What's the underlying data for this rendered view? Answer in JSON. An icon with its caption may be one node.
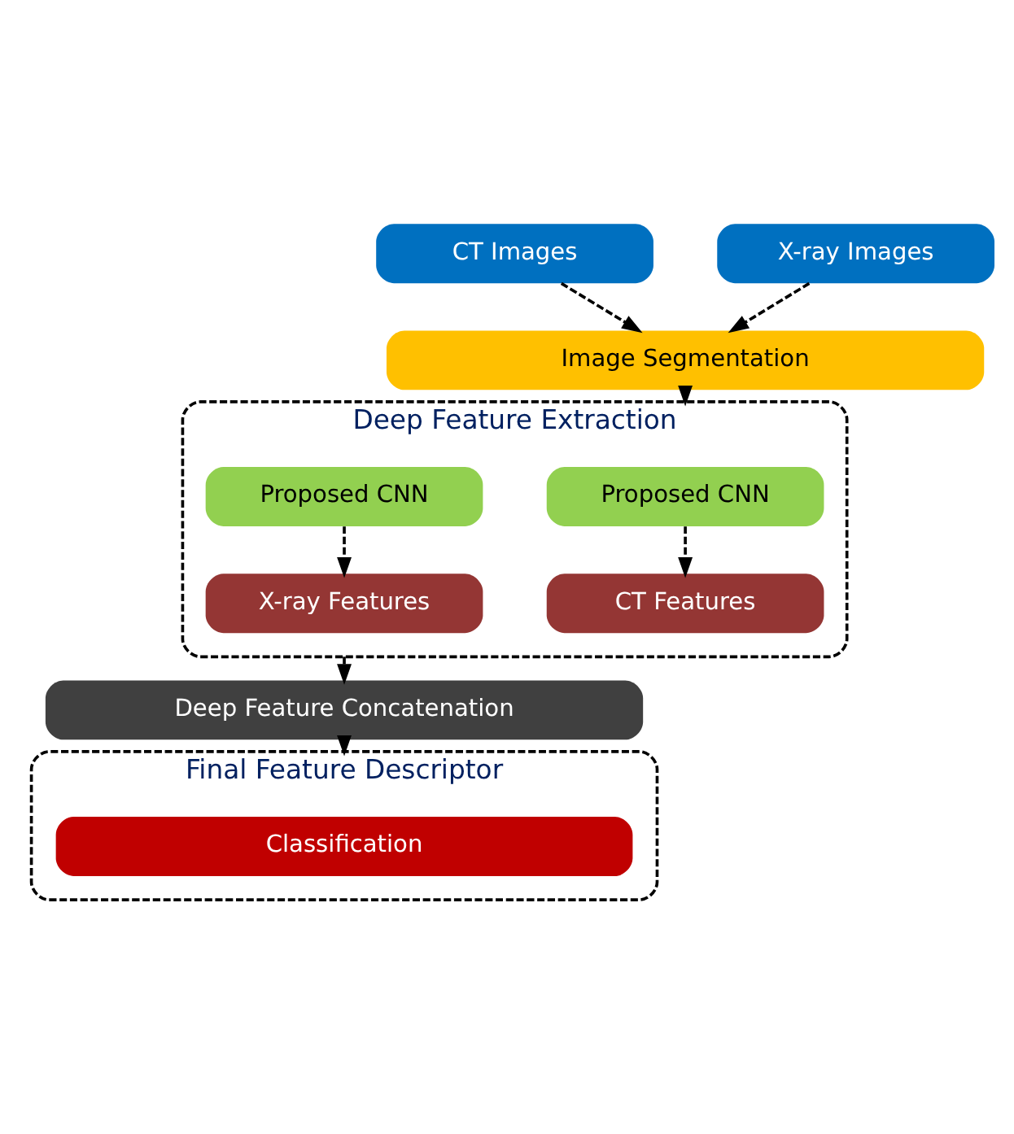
{
  "diagram": {
    "nodes": [
      {
        "text": [
          "CT Images"
        ]
      },
      {
        "text": [
          "X-ray Images"
        ]
      },
      {
        "text": [
          "Image Segmentation"
        ]
      },
      {
        "text": [
          "Deep Feature Extraction"
        ]
      },
      {
        "text": [
          "Proposed CNN"
        ],
        "in": 3
      },
      {
        "text": [
          "Proposed CNN"
        ],
        "in": 3
      },
      {
        "text": [
          "CT Features"
        ],
        "in": 3
      },
      {
        "text": [
          "X-ray Features"
        ],
        "in": 3
      },
      {
        "text": [
          "Deep Feature Concatenation"
        ]
      },
      {
        "text": [
          "Final Feature Descriptor"
        ]
      },
      {
        "text": [
          "Classification"
        ],
        "in": 9
      }
    ],
    "edges": [
      {
        "from": 0,
        "to": 2,
        "arrow": "to",
        "style": "dashed"
      },
      {
        "from": 1,
        "to": 2,
        "arrow": "to",
        "style": "dashed"
      },
      {
        "from": 2,
        "to": 3,
        "arrow": "to",
        "style": "dashed"
      },
      {
        "from": 4,
        "to": 6,
        "arrow": "to",
        "style": "dashed"
      },
      {
        "from": 5,
        "to": 7,
        "arrow": "to",
        "style": "dashed"
      },
      {
        "from": 3,
        "to": 8,
        "arrow": "to",
        "style": "dashed"
      },
      {
        "from": 8,
        "to": 9,
        "arrow": "to",
        "style": "dashed"
      }
    ]
  }
}
